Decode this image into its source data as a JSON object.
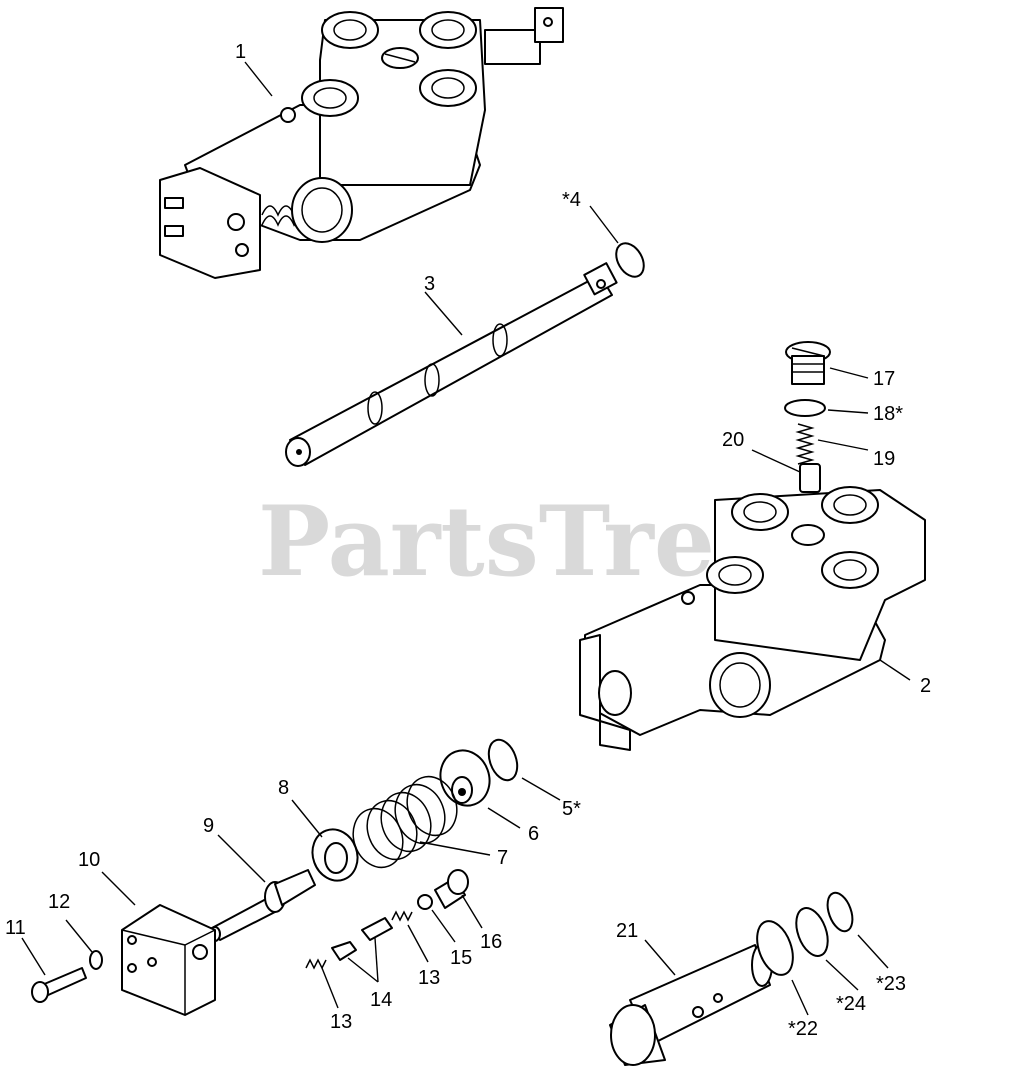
{
  "watermark": "PartsTree",
  "callouts": {
    "c1": "1",
    "c2": "2",
    "c3": "3",
    "c4": "*4",
    "c5": "5*",
    "c6": "6",
    "c7": "7",
    "c8": "8",
    "c9": "9",
    "c10": "10",
    "c11": "11",
    "c12": "12",
    "c13a": "13",
    "c13b": "13",
    "c14": "14",
    "c15": "15",
    "c16": "16",
    "c17": "17",
    "c18": "18*",
    "c19": "19",
    "c20": "20",
    "c21": "21",
    "c22": "*22",
    "c23": "*23",
    "c24": "*24"
  }
}
